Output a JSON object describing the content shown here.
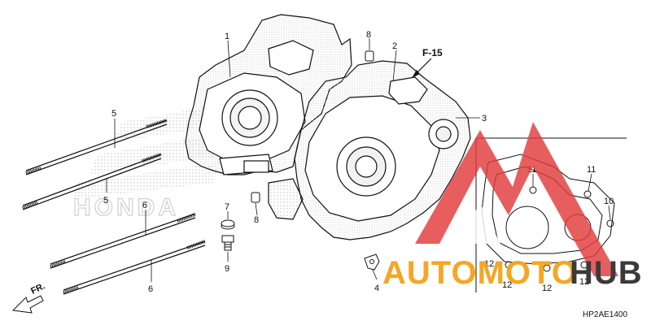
{
  "diagram": {
    "labels": {
      "p1": "1",
      "p2": "2",
      "p3": "3",
      "p4": "4",
      "p5a": "5",
      "p5b": "5",
      "p6a": "6",
      "p6b": "6",
      "p7": "7",
      "p8a": "8",
      "p8b": "8",
      "p9": "9",
      "p10": "10",
      "p11a": "11",
      "p11b": "11",
      "p12a": "12",
      "p12b": "12",
      "p12c": "12",
      "p12d": "12"
    },
    "reference": "F-15",
    "front_marker": "FR.",
    "drawing_code": "HP2AE1400",
    "background_logo": "HONDA"
  },
  "watermark": {
    "text_orange": "AUTOMOTO",
    "text_dark": "HUB",
    "colors": {
      "orange": "#f5a623",
      "red": "#e23b3b",
      "dark": "#3a3a3a"
    }
  }
}
